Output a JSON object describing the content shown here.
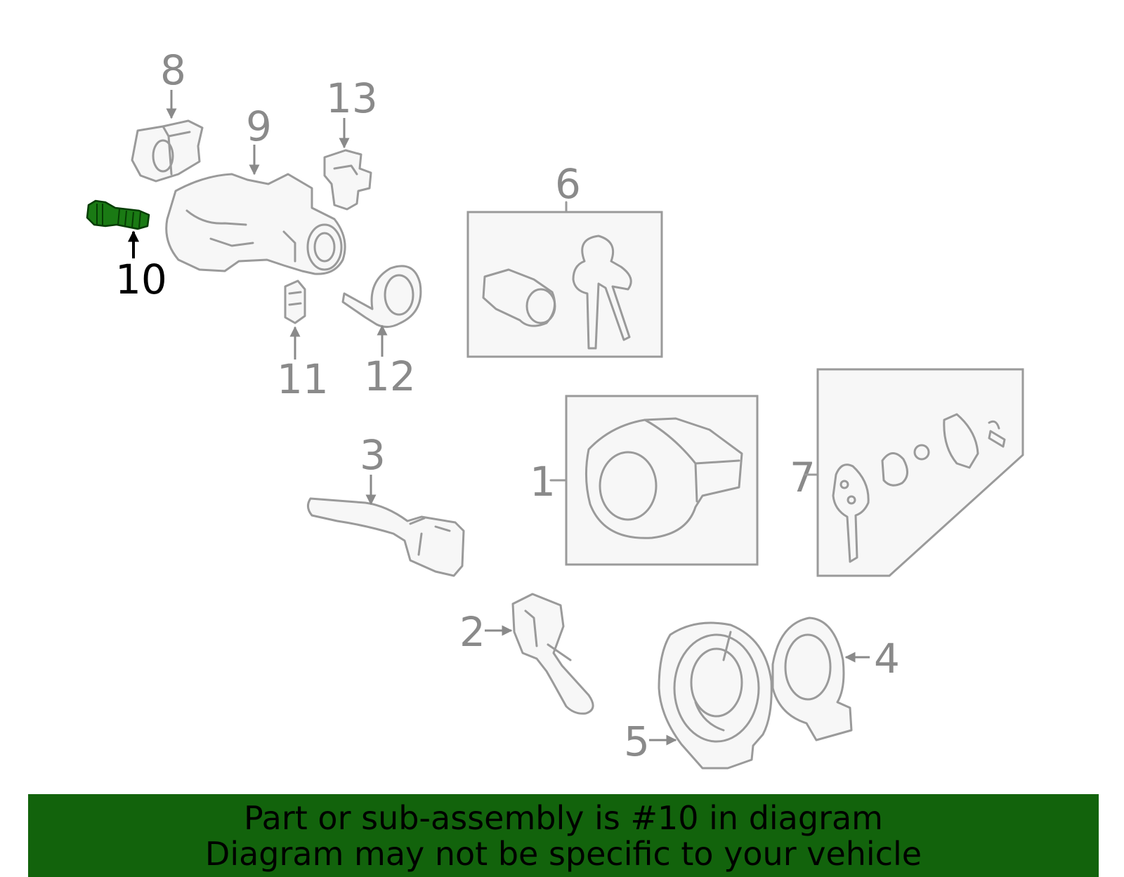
{
  "callouts": {
    "c1": "1",
    "c2": "2",
    "c3": "3",
    "c4": "4",
    "c5": "5",
    "c6": "6",
    "c7": "7",
    "c8": "8",
    "c9": "9",
    "c10": "10",
    "c11": "11",
    "c12": "12",
    "c13": "13"
  },
  "highlighted_part": "10",
  "colors": {
    "highlight": "#1a7a14",
    "banner": "#12630c",
    "line": "#9a9a9a"
  },
  "banner": {
    "line1": "Part or sub-assembly is #10 in diagram",
    "line2": "Diagram may not be specific to your vehicle"
  }
}
